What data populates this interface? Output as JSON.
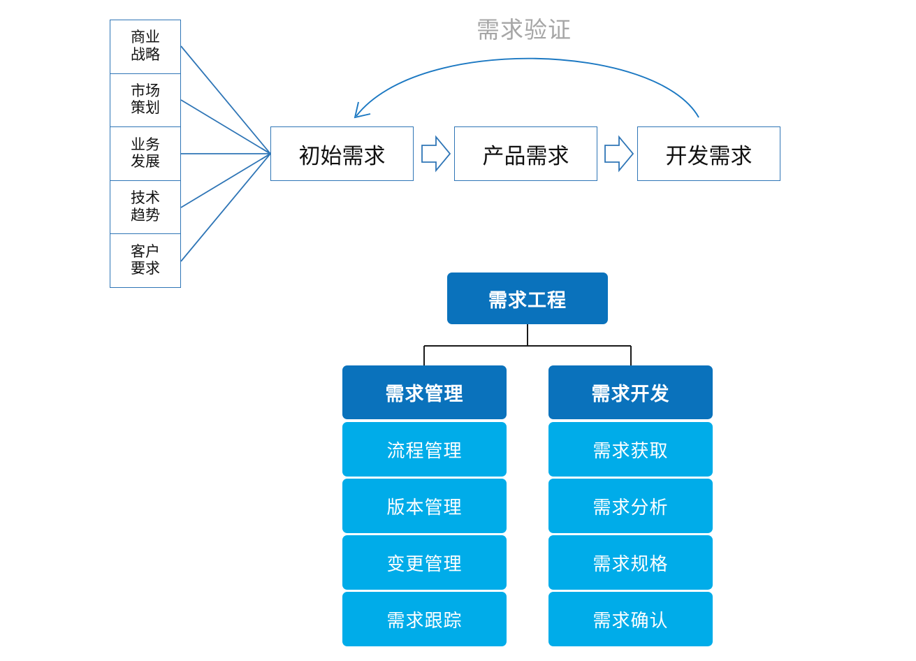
{
  "diagram": {
    "title_label": "需求验证",
    "colors": {
      "line_blue": "#2E75B6",
      "curve_blue": "#1B78C2",
      "node_dark_blue": "#0A72BC",
      "node_light_blue": "#00ACE9",
      "label_gray": "#A6A6A6",
      "connector_black": "#1A1A1A",
      "text_dark": "#111111",
      "text_light": "#FFFFFF",
      "background": "#FFFFFF"
    }
  },
  "sources": {
    "items": [
      {
        "label": "商业\n战略"
      },
      {
        "label": "市场\n策划"
      },
      {
        "label": "业务\n发展"
      },
      {
        "label": "技术\n趋势"
      },
      {
        "label": "客户\n要求"
      }
    ]
  },
  "flow": {
    "stages": [
      {
        "label": "初始需求"
      },
      {
        "label": "产品需求"
      },
      {
        "label": "开发需求"
      }
    ],
    "connectors": [
      {
        "name": "chevron-1",
        "icon": "chevron-right-arrow-icon"
      },
      {
        "name": "chevron-2",
        "icon": "chevron-right-arrow-icon"
      }
    ],
    "feedback_arrow": {
      "label": "需求验证",
      "from": "开发需求",
      "to": "初始需求",
      "icon": "curved-back-arrow-icon"
    }
  },
  "tree": {
    "root": {
      "label": "需求工程"
    },
    "columns": [
      {
        "header": "需求管理",
        "items": [
          "流程管理",
          "版本管理",
          "变更管理",
          "需求跟踪"
        ]
      },
      {
        "header": "需求开发",
        "items": [
          "需求获取",
          "需求分析",
          "需求规格",
          "需求确认"
        ]
      }
    ]
  }
}
